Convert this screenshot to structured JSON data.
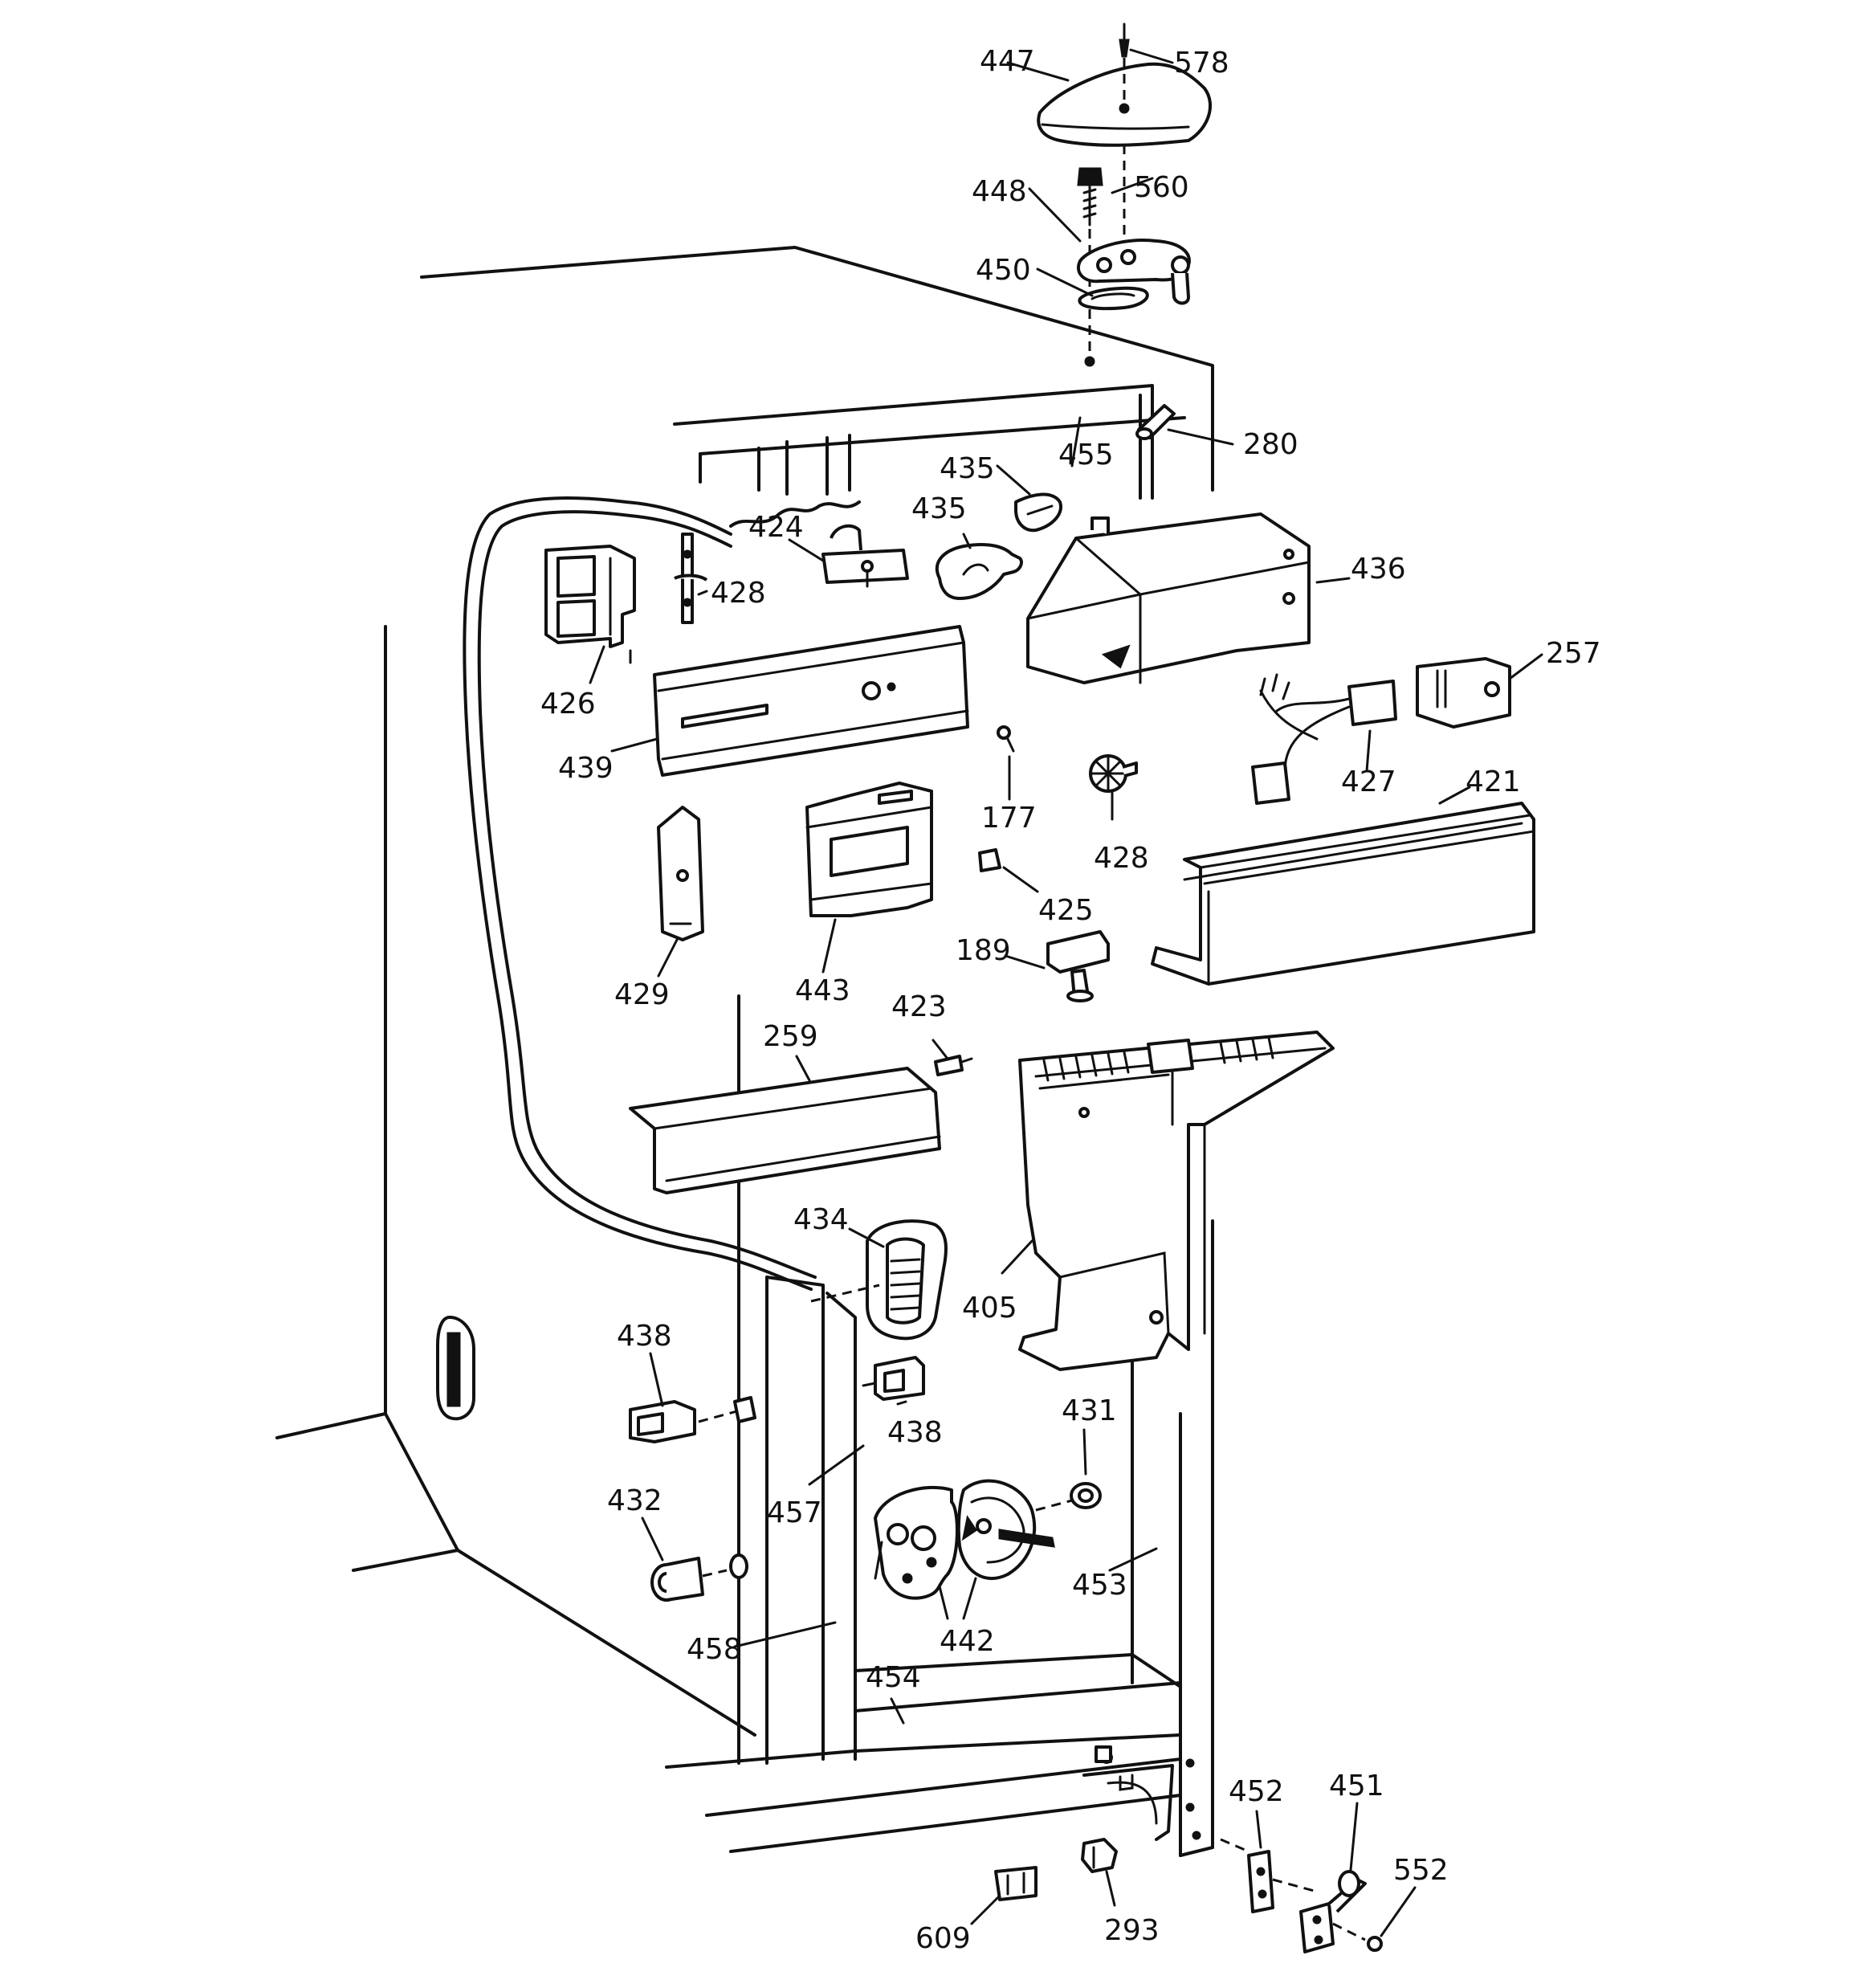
{
  "parts": [
    {
      "id": "p447",
      "label": "447"
    },
    {
      "id": "p578",
      "label": "578"
    },
    {
      "id": "p448",
      "label": "448"
    },
    {
      "id": "p560",
      "label": "560"
    },
    {
      "id": "p450",
      "label": "450"
    },
    {
      "id": "p455",
      "label": "455"
    },
    {
      "id": "p280",
      "label": "280"
    },
    {
      "id": "p435a",
      "label": "435"
    },
    {
      "id": "p424",
      "label": "424"
    },
    {
      "id": "p435b",
      "label": "435"
    },
    {
      "id": "p436",
      "label": "436"
    },
    {
      "id": "p428a",
      "label": "428"
    },
    {
      "id": "p426",
      "label": "426"
    },
    {
      "id": "p257",
      "label": "257"
    },
    {
      "id": "p439",
      "label": "439"
    },
    {
      "id": "p177",
      "label": "177"
    },
    {
      "id": "p427",
      "label": "427"
    },
    {
      "id": "p421",
      "label": "421"
    },
    {
      "id": "p428b",
      "label": "428"
    },
    {
      "id": "p425",
      "label": "425"
    },
    {
      "id": "p429",
      "label": "429"
    },
    {
      "id": "p443",
      "label": "443"
    },
    {
      "id": "p189",
      "label": "189"
    },
    {
      "id": "p423",
      "label": "423"
    },
    {
      "id": "p259",
      "label": "259"
    },
    {
      "id": "p434",
      "label": "434"
    },
    {
      "id": "p405",
      "label": "405"
    },
    {
      "id": "p438a",
      "label": "438"
    },
    {
      "id": "p438b",
      "label": "438"
    },
    {
      "id": "p431",
      "label": "431"
    },
    {
      "id": "p432",
      "label": "432"
    },
    {
      "id": "p457",
      "label": "457"
    },
    {
      "id": "p453",
      "label": "453"
    },
    {
      "id": "p458",
      "label": "458"
    },
    {
      "id": "p442",
      "label": "442"
    },
    {
      "id": "p454",
      "label": "454"
    },
    {
      "id": "p452",
      "label": "452"
    },
    {
      "id": "p451",
      "label": "451"
    },
    {
      "id": "p552",
      "label": "552"
    },
    {
      "id": "p609",
      "label": "609"
    },
    {
      "id": "p293",
      "label": "293"
    }
  ]
}
